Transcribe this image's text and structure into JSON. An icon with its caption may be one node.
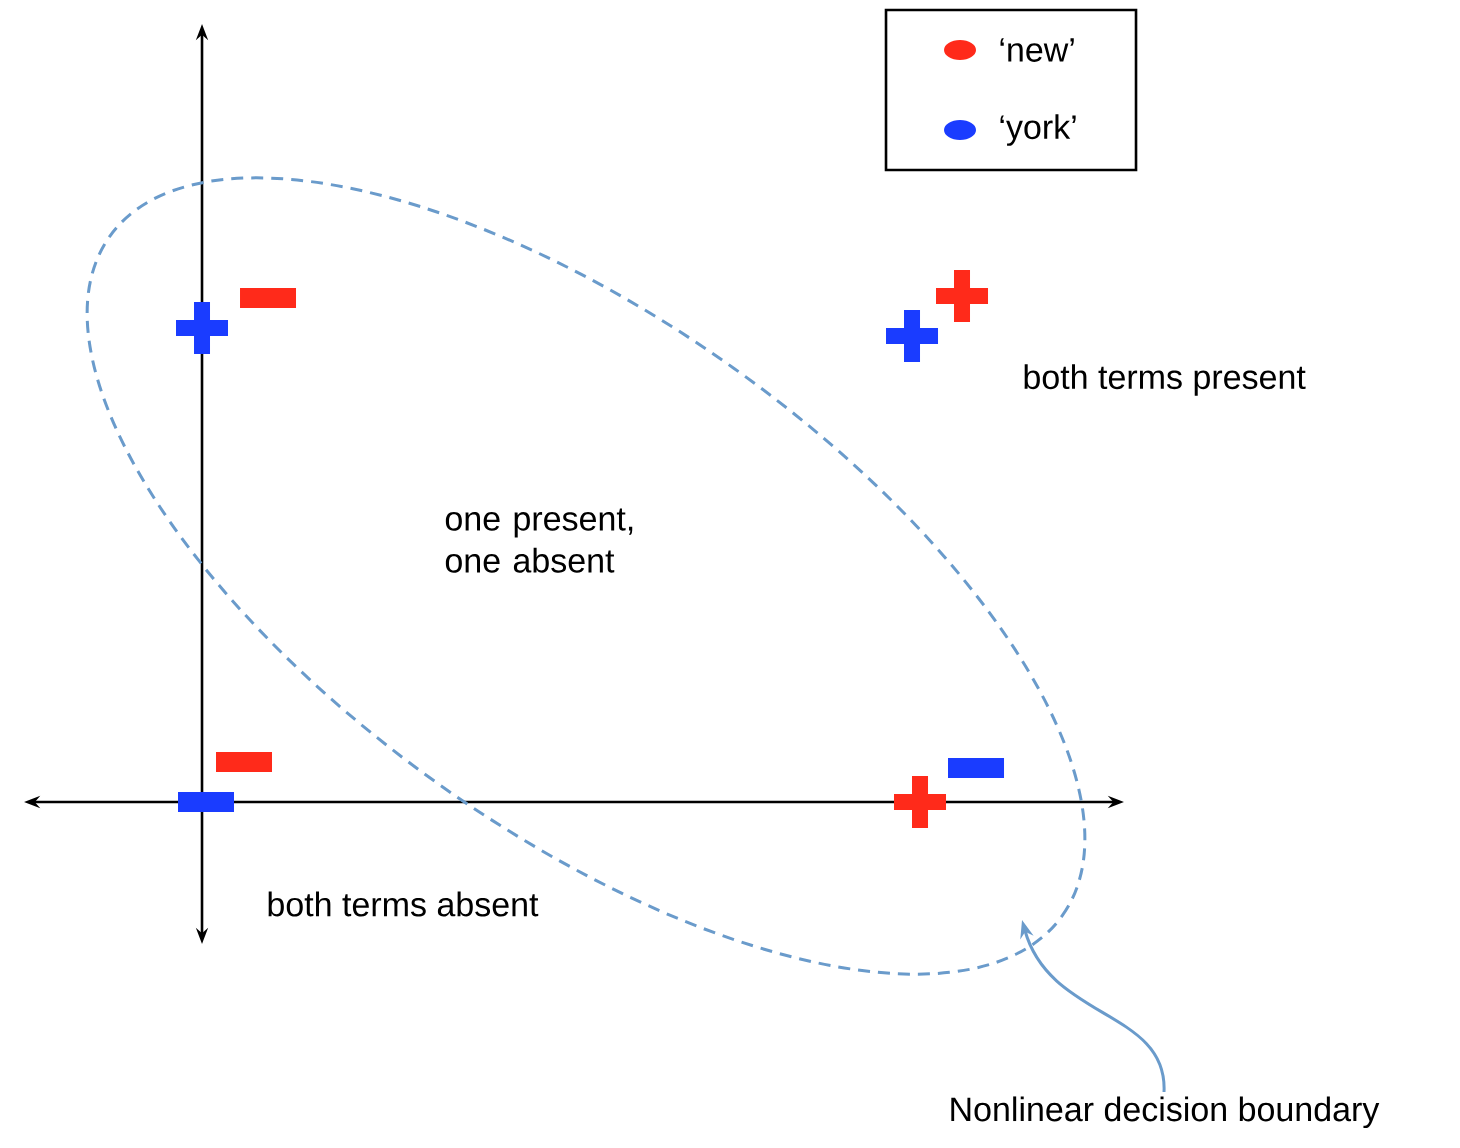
{
  "diagram": {
    "nodes": [
      {
        "text": [
          "one present, one absent"
        ]
      },
      {
        "text": [
          "Nonlinear decision boundary"
        ]
      }
    ],
    "edges": [
      {
        "from": 1,
        "to": 0,
        "arrow": "to"
      }
    ],
    "labels": [
      "both terms present",
      "both terms absent"
    ],
    "legend": [
      {
        "text": "‘new’",
        "color": "#ff2a1a"
      },
      {
        "text": "‘york’",
        "color": "#1a3cff"
      }
    ]
  }
}
